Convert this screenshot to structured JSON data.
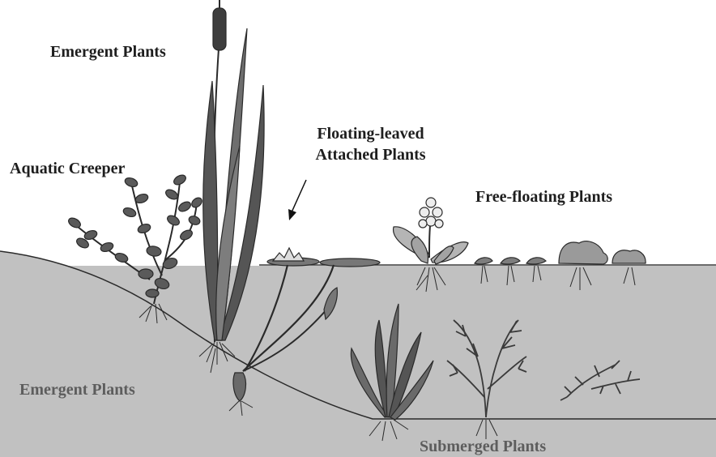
{
  "labels": {
    "emergent_top": "Emergent Plants",
    "aquatic_creeper": "Aquatic Creeper",
    "floating_leaved_line1": "Floating-leaved",
    "floating_leaved_line2": "Attached Plants",
    "free_floating": "Free-floating Plants",
    "emergent_bottom": "Emergent Plants",
    "submerged": "Submerged Plants"
  },
  "colors": {
    "water": "#c1c1c1",
    "plant_dark": "#555555",
    "plant_mid": "#8a8a8a",
    "plant_light": "#b5b5b5",
    "outline": "#2a2a2a",
    "label_dark": "#1e1e1e",
    "label_underwater": "#5d5d5d"
  }
}
